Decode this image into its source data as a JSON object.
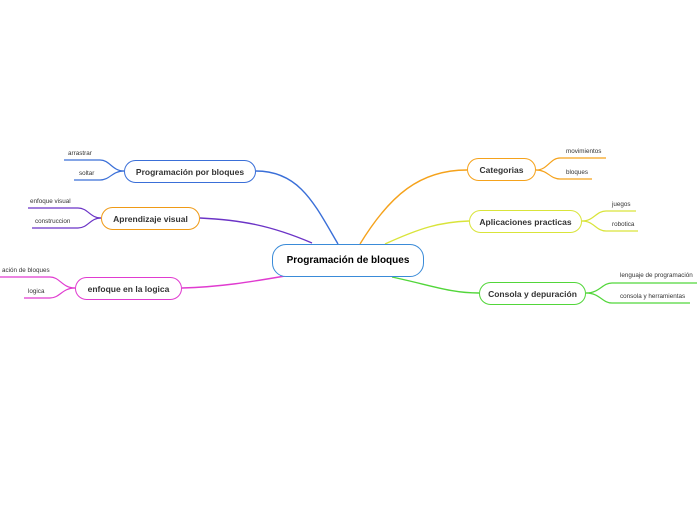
{
  "center": {
    "label": "Programación de bloques"
  },
  "branches": [
    {
      "label": "Programación por bloques",
      "color": "#3a6fd8",
      "leaves": [
        "arrastrar",
        "soltar"
      ]
    },
    {
      "label": "Aprendizaje visual",
      "color": "#ef9a16",
      "line_color": "#6b33c6",
      "leaves": [
        "enfoque visual",
        "construccion"
      ]
    },
    {
      "label": "enfoque en la logica",
      "color": "#e03bd0",
      "leaves": [
        "ación de bloques",
        "logica"
      ]
    },
    {
      "label": "Categorias",
      "color": "#f5a21b",
      "leaves": [
        "movimientos",
        "bloques"
      ]
    },
    {
      "label": "Aplicaciones practicas",
      "color": "#d9e43a",
      "leaves": [
        "juegos",
        "robotica"
      ]
    },
    {
      "label": "Consola y depuración",
      "color": "#52d63a",
      "leaves": [
        "lenguaje de programación",
        "consola y herramientas"
      ]
    }
  ]
}
